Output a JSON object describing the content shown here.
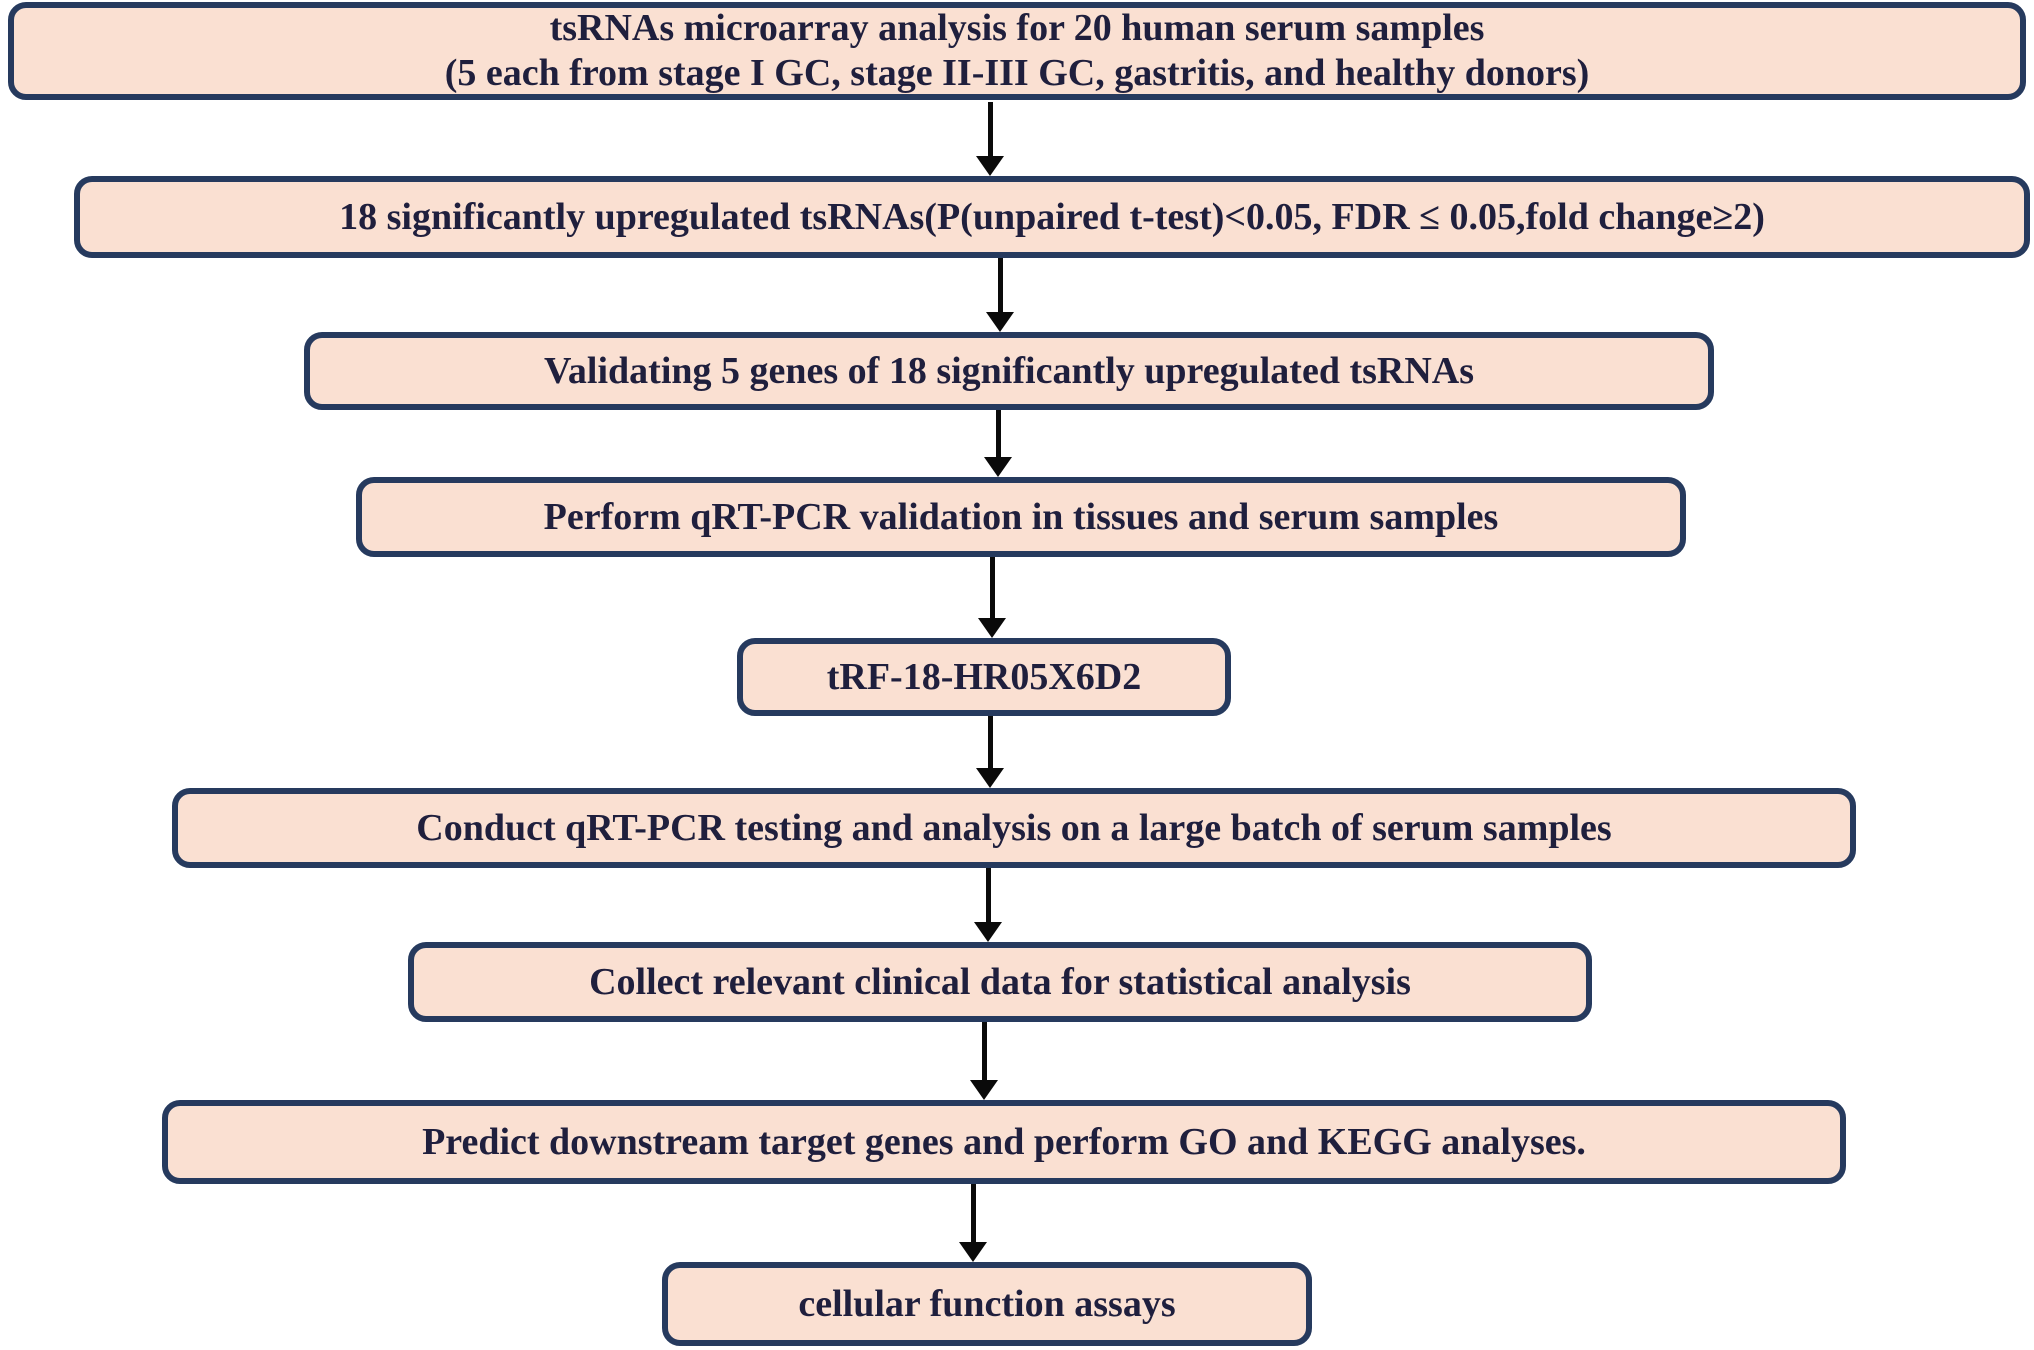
{
  "flowchart": {
    "colors": {
      "page_bg": "#ffffff",
      "box_fill": "#fae0d2",
      "box_border": "#263a5e",
      "box_text": "#1f1f3d",
      "arrow": "#0a0a0a"
    },
    "steps": [
      {
        "id": "microarray-analysis",
        "lines": [
          "tsRNAs  microarray analysis for 20 human serum samples",
          "(5 each from stage I GC, stage II-III GC, gastritis, and healthy donors)"
        ]
      },
      {
        "id": "upregulated-tsrnas",
        "lines": [
          "18 significantly upregulated tsRNAs(P(unpaired t-test)<0.05, FDR ≤ 0.05,fold change≥2)"
        ]
      },
      {
        "id": "validating-genes",
        "lines": [
          "Validating 5 genes of 18 significantly upregulated tsRNAs"
        ]
      },
      {
        "id": "qrtpcr-validation",
        "lines": [
          "Perform qRT-PCR validation in tissues and serum samples"
        ]
      },
      {
        "id": "trf-candidate",
        "lines": [
          "tRF-18-HR05X6D2"
        ]
      },
      {
        "id": "qrtpcr-large-batch",
        "lines": [
          "Conduct qRT-PCR testing and analysis on a large batch of serum samples"
        ]
      },
      {
        "id": "clinical-data",
        "lines": [
          "Collect relevant clinical data for statistical analysis"
        ]
      },
      {
        "id": "target-genes-go-kegg",
        "lines": [
          "Predict downstream target genes and perform GO and KEGG analyses."
        ]
      },
      {
        "id": "cellular-function",
        "lines": [
          "cellular function assays"
        ]
      }
    ]
  }
}
